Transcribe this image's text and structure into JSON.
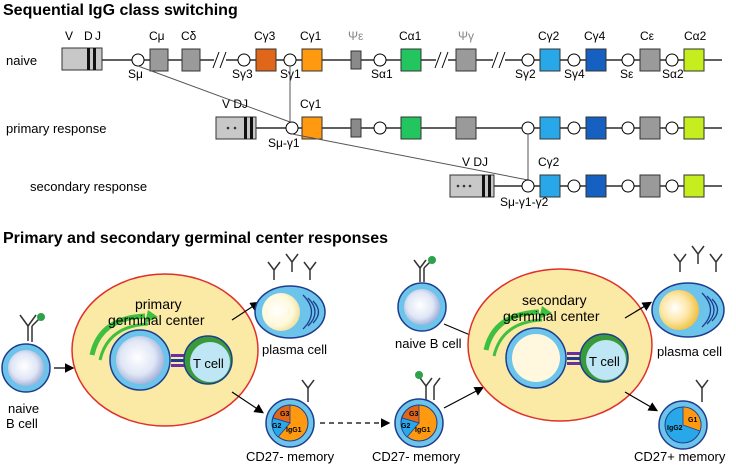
{
  "titles": {
    "section1": "Sequential IgG class switching",
    "section2": "Primary and secondary germinal center responses"
  },
  "rows": {
    "naive": "naive",
    "primary": "primary response",
    "secondary": "secondary response"
  },
  "genes": {
    "V": "V",
    "D": "D",
    "J": "J",
    "Cmu": "Cμ",
    "Cdelta": "Cδ",
    "Cg3": "Cγ3",
    "Cg1": "Cγ1",
    "Psie": "Ψε",
    "Ca1": "Cα1",
    "Psig": "Ψγ",
    "Cg2": "Cγ2",
    "Cg4": "Cγ4",
    "Ce": "Cε",
    "Ca2": "Cα2",
    "VDJ": "V DJ"
  },
  "switch": {
    "Smu": "Sμ",
    "Sg3": "Sγ3",
    "Sg1": "Sγ1",
    "Sa1": "Sα1",
    "Sg2": "Sγ2",
    "Sg4": "Sγ4",
    "Se": "Sε",
    "Sa2": "Sα2",
    "Smug1": "Sμ-γ1",
    "Smug1g2": "Sμ-γ1-γ2"
  },
  "cells": {
    "naive_b": "naive",
    "naive_b2": "B cell",
    "primary_gc1": "primary",
    "primary_gc2": "germinal center",
    "t_cell": "T cell",
    "plasma": "plasma cell",
    "cd27neg": "CD27- memory",
    "naive_b_cell": "naive B cell",
    "secondary_gc1": "secondary",
    "secondary_gc2": "germinal center",
    "t_cell2": "T cell",
    "plasma2": "plasma cell",
    "cd27neg2": "CD27- memory",
    "cd27pos": "CD27+ memory"
  },
  "memory_segments": {
    "G3": "G3",
    "G2": "G2",
    "IgG1": "IgG1",
    "G1": "G1",
    "IgG2": "IgG2"
  },
  "colors": {
    "Cg3": "#e0661a",
    "Cg1": "#ff9a10",
    "Ca1": "#22c55e",
    "Cg2": "#28a8e8",
    "Cg4": "#1560c0",
    "Ca2": "#c6ee1e",
    "grey": "#9a9a9a",
    "gc_fill": "#fbe9a6",
    "gc_stroke": "#e0302a",
    "cell_blue": "#6dc4ea",
    "cell_dark": "#1d3d8f",
    "antibody_tip": "#2ca24a",
    "arc_green": "#3fbf3f",
    "tcell_green": "#3a9a3a"
  }
}
